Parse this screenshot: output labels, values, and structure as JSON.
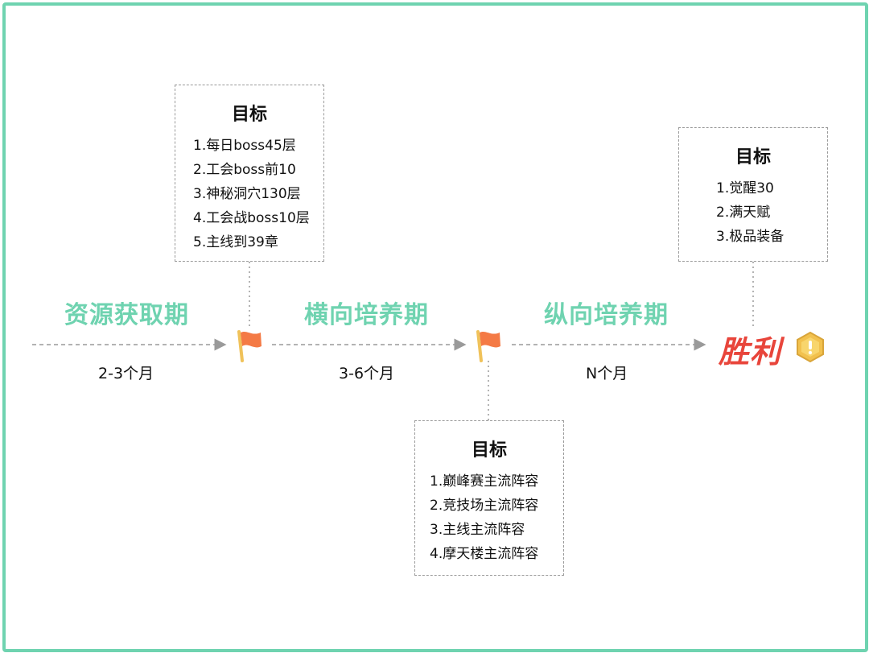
{
  "phases": [
    {
      "label": "资源获取期",
      "duration": "2-3个月"
    },
    {
      "label": "横向培养期",
      "duration": "3-6个月"
    },
    {
      "label": "纵向培养期",
      "duration": "N个月"
    }
  ],
  "goal_boxes": [
    {
      "title": "目标",
      "items": [
        "1.每日boss45层",
        "2.工会boss前10",
        "3.神秘洞穴130层",
        "4.工会战boss10层",
        "5.主线到39章"
      ]
    },
    {
      "title": "目标",
      "items": [
        "1.巅峰赛主流阵容",
        "2.竞技场主流阵容",
        "3.主线主流阵容",
        "4.摩天楼主流阵容"
      ]
    },
    {
      "title": "目标",
      "items": [
        "1.觉醒30",
        "2.满天赋",
        "3.极品装备"
      ]
    }
  ],
  "victory": "胜利",
  "icons": {
    "milestone": "flag-icon",
    "final": "medal-icon"
  },
  "colors": {
    "frame": "#6fd3b0",
    "phase": "#6fd3b0",
    "flag": "#f47a45",
    "victory": "#e8453b",
    "medal": "#f2c14e"
  }
}
